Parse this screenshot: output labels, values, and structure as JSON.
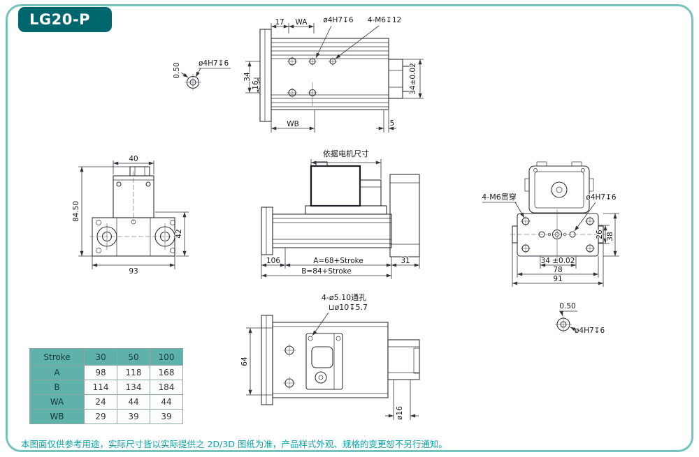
{
  "title": "LG20-P",
  "footer": "本图面仅供参考用途，实际尺寸皆以实际提供之 2D/3D 图纸为准，产品样式外观、规格的变更恕不另行通知。",
  "colors": {
    "frame": "#74c3bc",
    "badge": "#00666d",
    "table_header": "#5fb2ab",
    "footer_text": "#0aa3a6",
    "line": "#2e3238"
  },
  "views": {
    "top": {
      "dim_17": "17",
      "dim_wa": "WA",
      "label_hole_4h7": "ø4H7↧6",
      "label_hole_m6": "4-M6↧12",
      "dim_34": "34",
      "dim_16": "16",
      "dim_34_tol": "34±0.02",
      "dim_wb": "WB",
      "dim_5": "5"
    },
    "detail_left": {
      "dim_050": "0.50",
      "label_hole": "ø4H7↧6"
    },
    "side": {
      "dim_40": "40",
      "dim_845": "84.50",
      "dim_42": "42",
      "dim_93": "93"
    },
    "front": {
      "motor_note": "依据电机尺寸",
      "dim_106": "106",
      "dim_a": "A=68+Stroke",
      "dim_31": "31",
      "dim_b": "B=84+Stroke"
    },
    "end": {
      "label_m6_thru": "4-M6贯穿",
      "label_hole_4h7": "ø4H7↧6",
      "dim_26": "26",
      "dim_38": "38",
      "dim_34_tol": "34 ±0.02",
      "dim_78": "78",
      "dim_91": "91"
    },
    "detail_right": {
      "dim_050": "0.50",
      "label_hole": "ø4H7↧6"
    },
    "bottom": {
      "label_thru": "4-ø5.10通孔",
      "label_cbore": "⊔ø10↧5.7",
      "dim_64": "64",
      "dim_d16": "ø16"
    }
  },
  "table": {
    "header": [
      "Stroke",
      "30",
      "50",
      "100"
    ],
    "rows": [
      {
        "label": "A",
        "values": [
          "98",
          "118",
          "168"
        ]
      },
      {
        "label": "B",
        "values": [
          "114",
          "134",
          "184"
        ]
      },
      {
        "label": "WA",
        "values": [
          "24",
          "44",
          "44"
        ]
      },
      {
        "label": "WB",
        "values": [
          "29",
          "39",
          "39"
        ]
      }
    ]
  }
}
